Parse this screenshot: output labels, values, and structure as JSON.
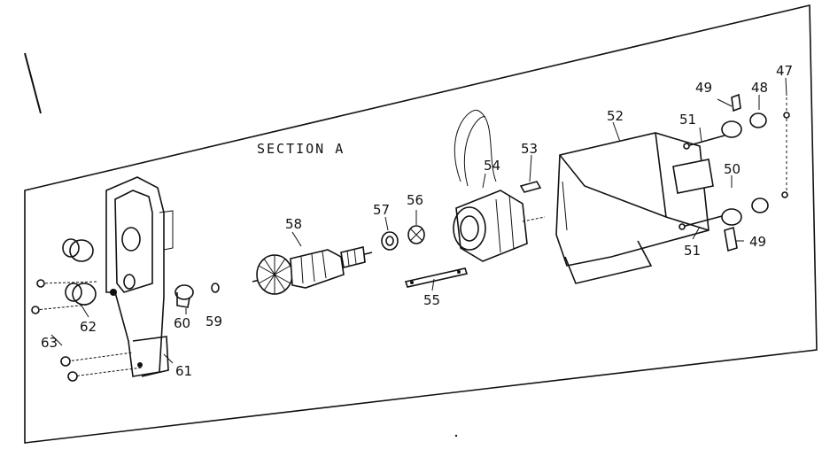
{
  "section_title": "SECTION A",
  "labels": {
    "p47": "47",
    "p48": "48",
    "p49a": "49",
    "p49b": "49",
    "p50": "50",
    "p51a": "51",
    "p51b": "51",
    "p52": "52",
    "p53": "53",
    "p54": "54",
    "p55": "55",
    "p56": "56",
    "p57": "57",
    "p58": "58",
    "p59": "59",
    "p60": "60",
    "p61": "61",
    "p62": "62",
    "p63": "63"
  }
}
